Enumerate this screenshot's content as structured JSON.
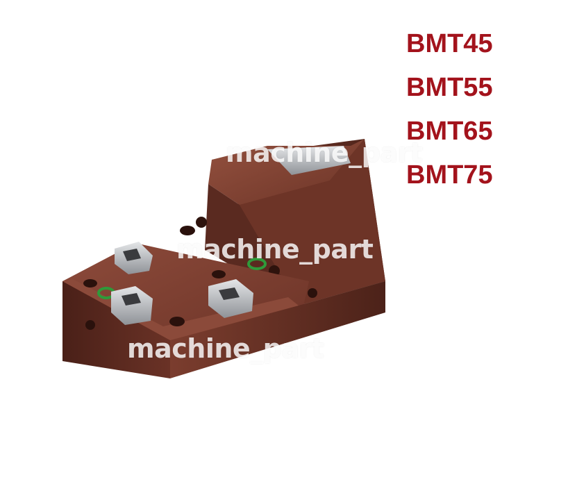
{
  "models": [
    "BMT45",
    "BMT55",
    "BMT65",
    "BMT75"
  ],
  "watermarks": [
    "machine_part",
    "machine_part",
    "machine_part"
  ],
  "colors": {
    "model_text": "#a3131c",
    "block_main": "#6b3327",
    "block_dark": "#3e1b14",
    "block_light": "#8a4a3b",
    "insert": "#b9bcc0",
    "oring": "#2f9a3a"
  }
}
